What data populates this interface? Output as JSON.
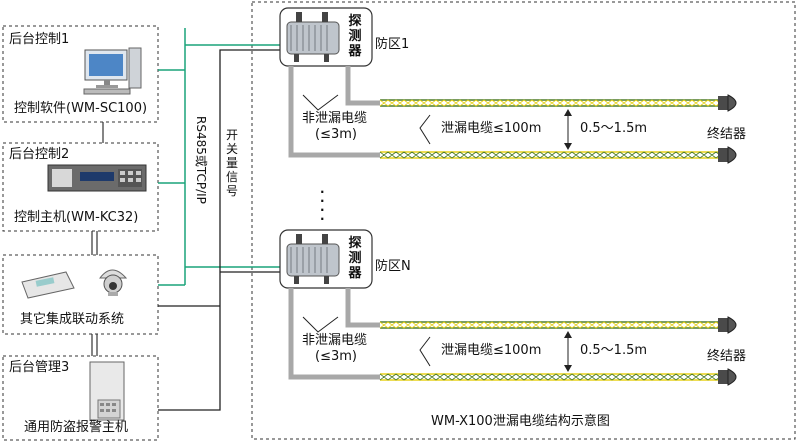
{
  "control_panels": {
    "backend1": {
      "title": "后台控制1",
      "caption": "控制软件(WM-SC100)"
    },
    "backend2": {
      "title": "后台控制2",
      "caption": "控制主机(WM-KC32)"
    },
    "integration": {
      "caption": "其它集成联动系统"
    },
    "backend3": {
      "title": "后台管理3",
      "caption": "通用防盗报警主机"
    }
  },
  "bus": {
    "rs485": "RS485或TCP/IP",
    "switch_chars": [
      "开",
      "关",
      "量",
      "信",
      "号"
    ]
  },
  "zones": [
    {
      "detector_chars": [
        "探",
        "测",
        "器"
      ],
      "zone_label": "防区1",
      "nonleaky_line1": "非泄漏电缆",
      "nonleaky_line2": "(≤3m)",
      "leaky_label": "泄漏电缆≤100m",
      "spacing_label": "0.5～1.5m",
      "terminator_label": "终结器"
    },
    {
      "detector_chars": [
        "探",
        "测",
        "器"
      ],
      "zone_label": "防区N",
      "nonleaky_line1": "非泄漏电缆",
      "nonleaky_line2": "(≤3m)",
      "leaky_label": "泄漏电缆≤100m",
      "spacing_label": "0.5～1.5m",
      "terminator_label": "终结器"
    }
  ],
  "ellipsis": "·\n·\n·\n·",
  "diagram_title": "WM-X100泄漏电缆结构示意图",
  "colors": {
    "bus_green": "#1aa37a",
    "cable_green": "#4e7d2a",
    "cable_yellow": "#e8d21a",
    "lead_gray": "#a8a8a8",
    "dash": "#333333"
  }
}
